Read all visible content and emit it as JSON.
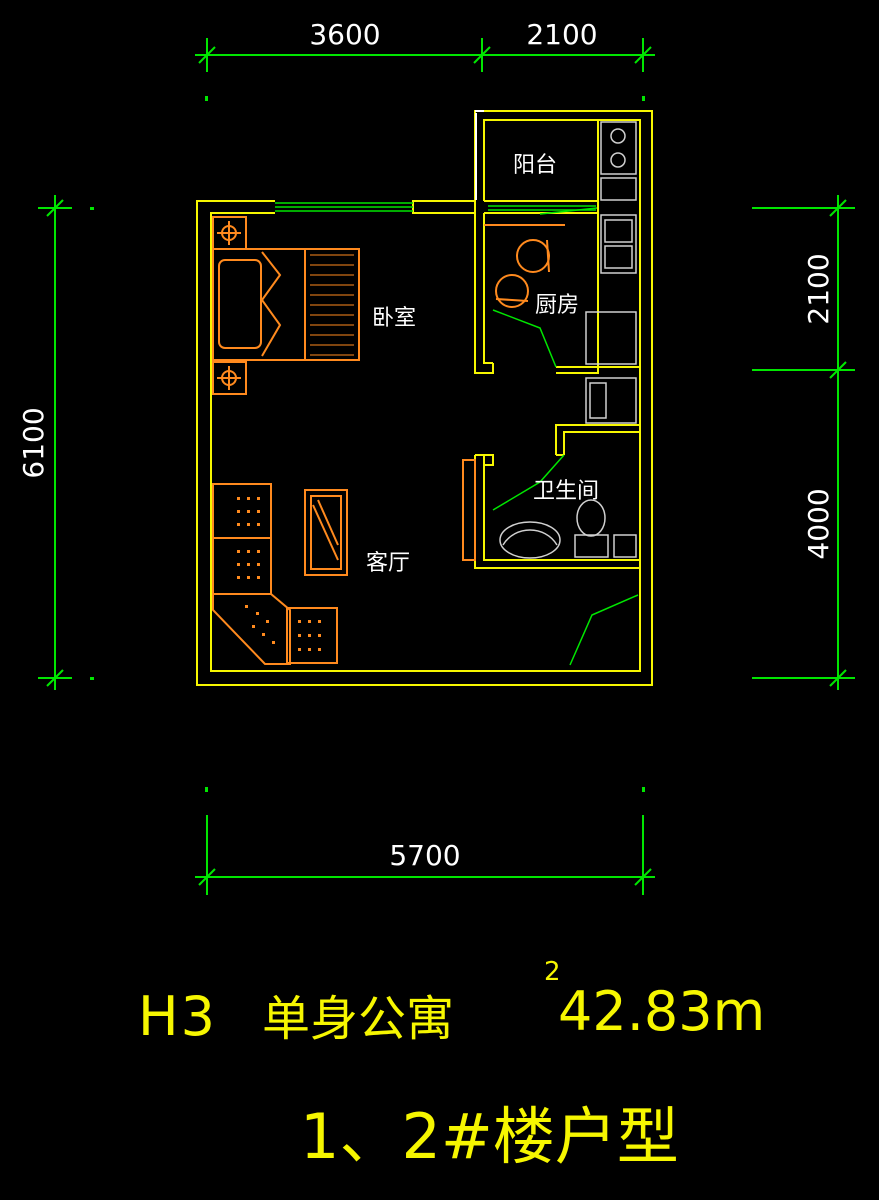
{
  "dimensions": {
    "top_left": "3600",
    "top_right": "2100",
    "left": "6100",
    "right_upper": "2100",
    "right_lower": "4000",
    "bottom": "5700"
  },
  "rooms": {
    "balcony": "阳台",
    "bedroom": "卧室",
    "kitchen": "厨房",
    "bathroom": "卫生间",
    "living_room": "客厅"
  },
  "title": {
    "unit_code": "H3",
    "unit_type": "单身公寓",
    "area_value": "42.83m",
    "area_superscript": "2",
    "building": "1、2#楼户型"
  },
  "colors": {
    "background": "#000000",
    "dimension_lines": "#00e600",
    "walls": "#f6f600",
    "furniture": "#ff8a1e",
    "fixtures": "#d0d0d0",
    "labels": "#ffffff"
  }
}
